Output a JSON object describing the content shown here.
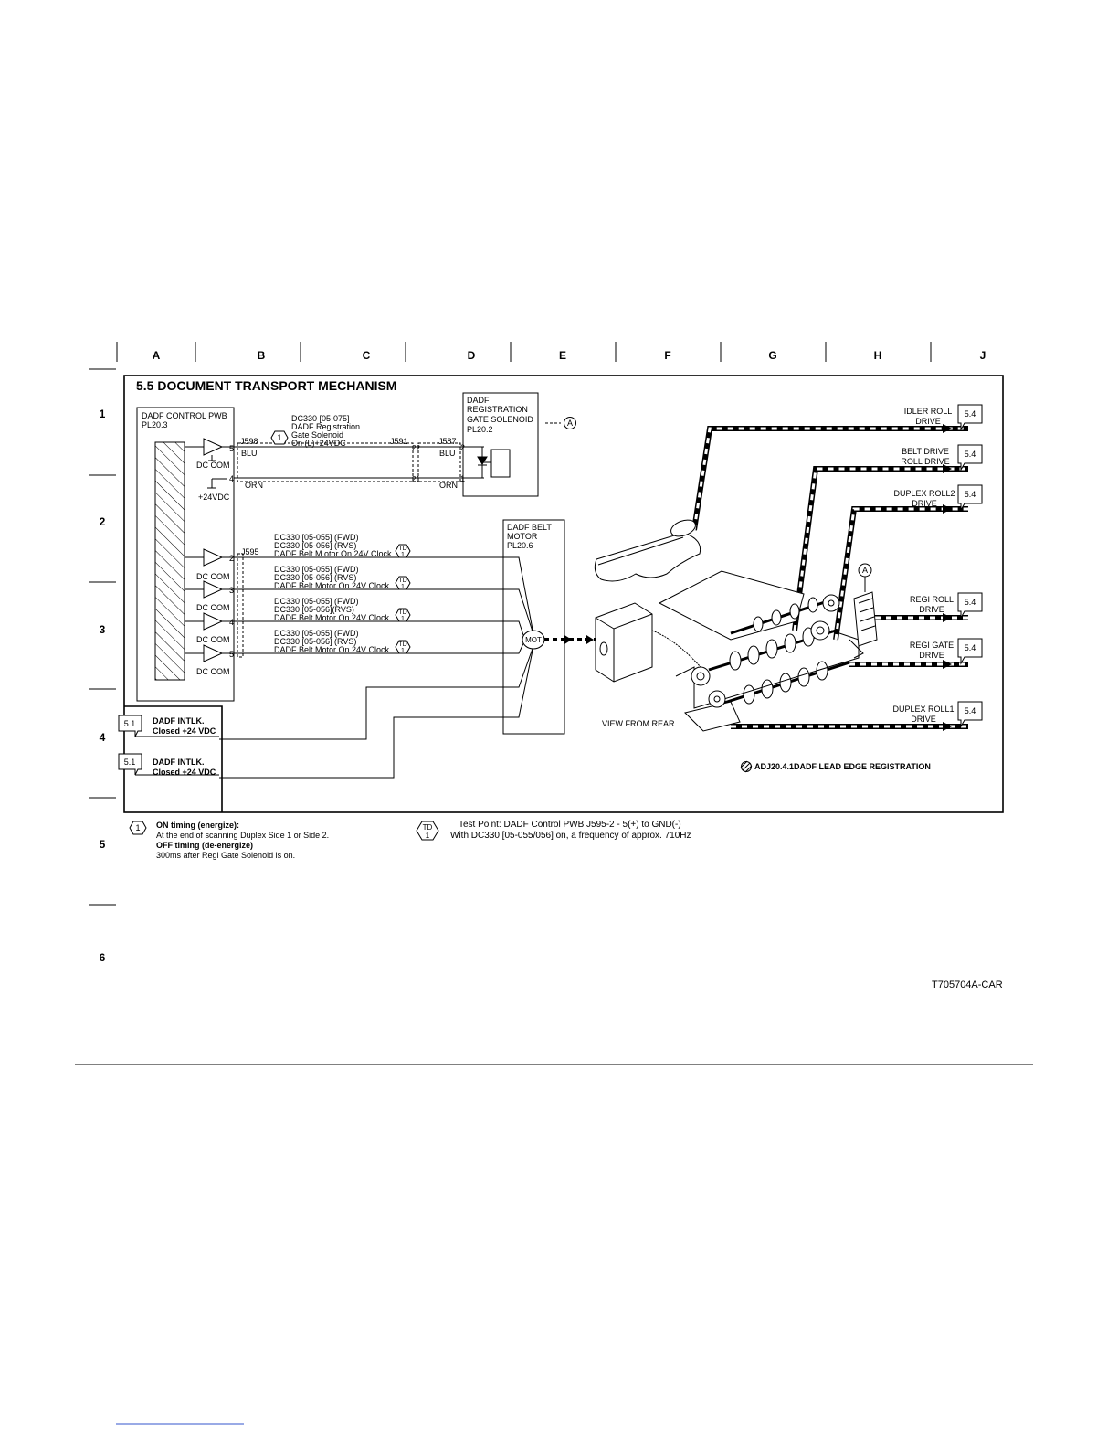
{
  "grid": {
    "columns": [
      "A",
      "B",
      "C",
      "D",
      "E",
      "F",
      "G",
      "H",
      "J"
    ],
    "rows": [
      "1",
      "2",
      "3",
      "4",
      "5",
      "6"
    ]
  },
  "title": "5.5 DOCUMENT TRANSPORT MECHANISM",
  "pwb": {
    "name": "DADF CONTROL PWB",
    "pl": "PL20.3"
  },
  "dc_com": "DC COM",
  "plus24": "+24VDC",
  "connectors": {
    "j598": "J598",
    "j591": "J591",
    "j587": "J587",
    "j595": "J595"
  },
  "pins": {
    "p5": "5",
    "p4": "4",
    "p22": "22",
    "p21": "21",
    "p2": "2",
    "p1": "1",
    "p3": "3"
  },
  "wires": {
    "blu": "BLU",
    "orn": "ORN"
  },
  "solenoid_signal": [
    "DC330 [05-075]",
    "DADF Registration",
    "Gate Solenoid",
    "On (L)+24VDC"
  ],
  "solenoid_box": [
    "DADF",
    "REGISTRATION",
    "GATE SOLENOID",
    "PL20.2"
  ],
  "flag_a": "A",
  "callout_1": "1",
  "td": {
    "top": "TD",
    "bottom": "1"
  },
  "motor_signals": [
    [
      "DC330 [05-055] (FWD)",
      "DC330 [05-056] (RVS)",
      "DADF Belt M otor On 24V Clock"
    ],
    [
      "DC330 [05-055] (FWD)",
      "DC330 [05-056] (RVS)",
      "DADF Belt Motor On 24V Clock"
    ],
    [
      "DC330 [05-055] (FWD)",
      "DC330 [05-056](RVS)",
      "DADF Belt Motor On 24V Clock"
    ],
    [
      "DC330 [05-055] (FWD)",
      "DC330 [05-056] (RVS)",
      "DADF Belt Motor On 24V Clock"
    ]
  ],
  "motor_box": [
    "DADF BELT",
    "MOTOR",
    "PL20.6"
  ],
  "mot": "MOT",
  "drives": [
    {
      "label": [
        "IDLER ROLL",
        "DRIVE"
      ],
      "ref": "5.4"
    },
    {
      "label": [
        "BELT DRIVE",
        "ROLL DRIVE"
      ],
      "ref": "5.4"
    },
    {
      "label": [
        "DUPLEX ROLL2",
        "DRIVE"
      ],
      "ref": "5.4"
    },
    {
      "label": [
        "REGI ROLL",
        "DRIVE"
      ],
      "ref": "5.4"
    },
    {
      "label": [
        "REGI GATE",
        "DRIVE"
      ],
      "ref": "5.4"
    },
    {
      "label": [
        "DUPLEX ROLL1",
        "DRIVE"
      ],
      "ref": "5.4"
    }
  ],
  "view_from_rear": "VIEW FROM REAR",
  "adjustment": "ADJ20.4.1DADF LEAD EDGE REGISTRATION",
  "interlocks": [
    {
      "ref": "5.1",
      "label": [
        "DADF INTLK.",
        "Closed +24 VDC"
      ]
    },
    {
      "ref": "5.1",
      "label": [
        "DADF INTLK.",
        "Closed +24 VDC"
      ]
    }
  ],
  "notes": {
    "on_title": "ON timing (energize):",
    "on_text": "At the end of scanning Duplex Side 1 or Side 2.",
    "off_title": "OFF timing (de-energize)",
    "off_text": "300ms after Regi Gate Solenoid is on.",
    "tp_line1": "Test Point: DADF Control PWB J595-2 - 5(+) to GND(-)",
    "tp_line2": "With DC330 [05-055/056] on, a frequency of approx. 710Hz"
  },
  "doc_id": "T705704A-CAR"
}
